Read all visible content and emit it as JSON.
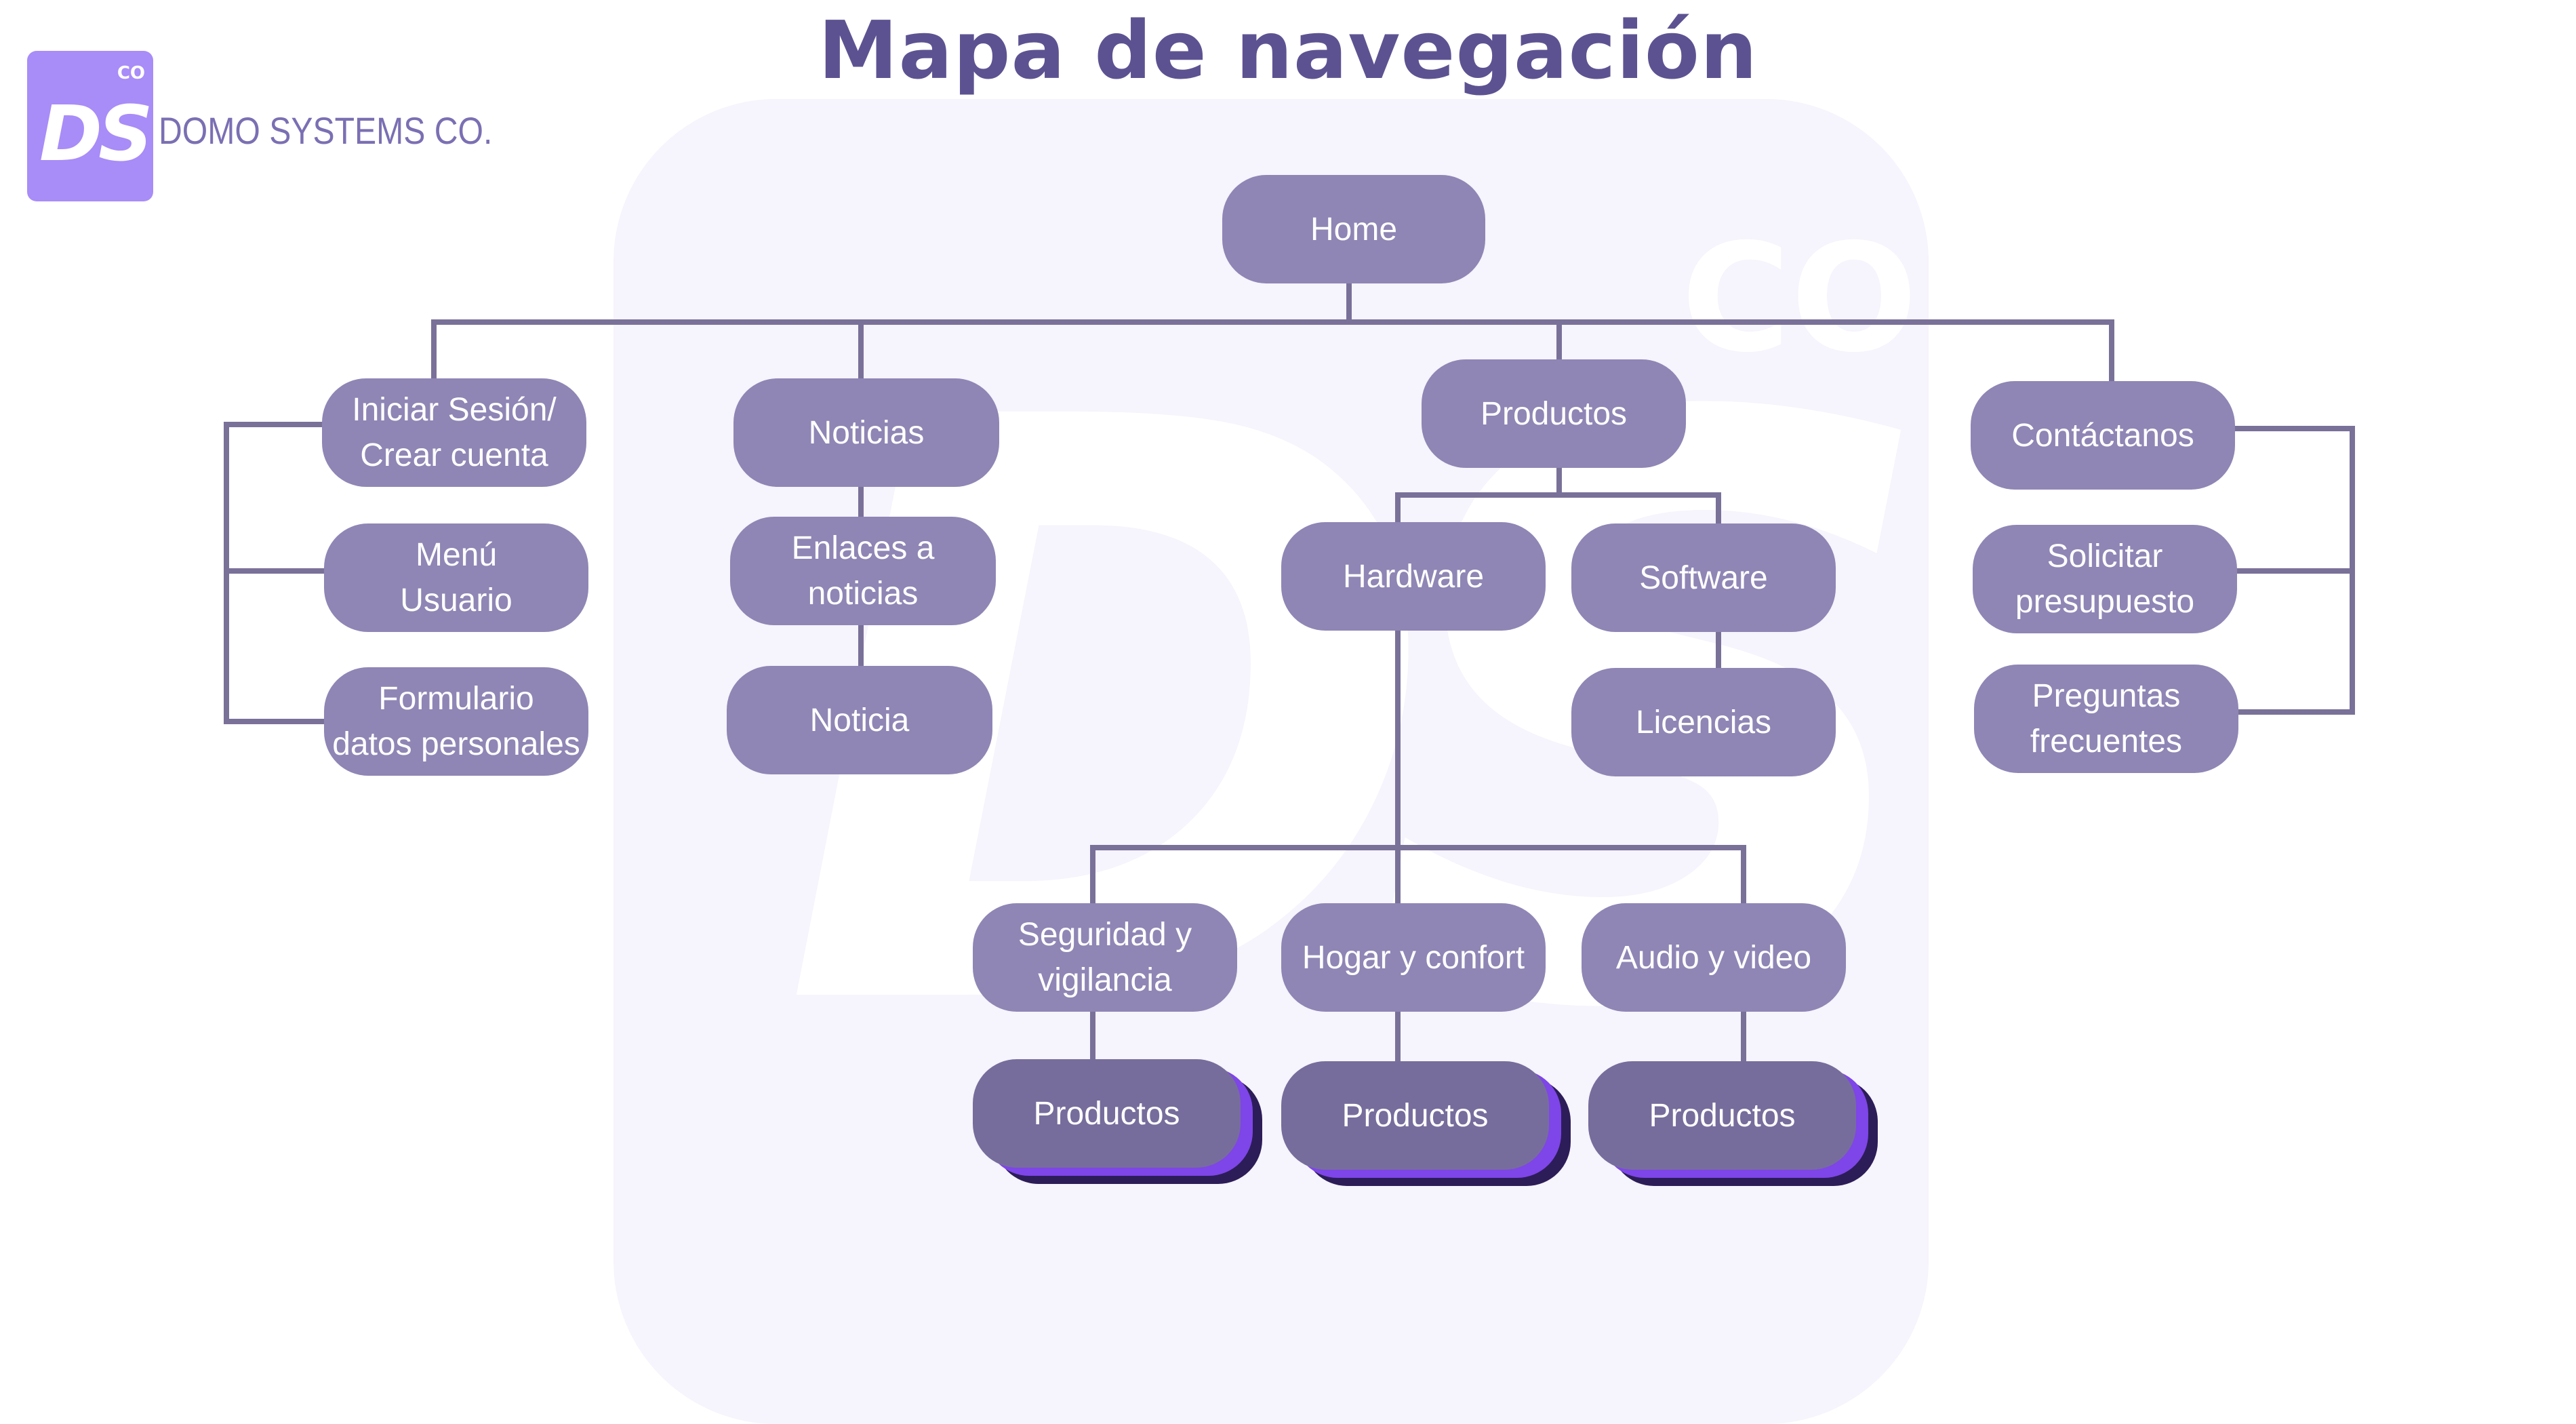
{
  "page": {
    "title": "Mapa de navegación"
  },
  "brand": {
    "logo_text": "DS",
    "logo_superscript": "CO",
    "name": "DOMO SYSTEMS CO."
  },
  "colors": {
    "title": "#5d5291",
    "node_fill": "#8f86b5",
    "connector": "#7a7199",
    "background_card": "#f6f4fc",
    "logo_fill": "#a88cf8",
    "shadow_purple": "#7e45e8",
    "shadow_dark": "#2c1d58"
  },
  "nodes": {
    "home": "Home",
    "login": "Iniciar Sesión/\nCrear cuenta",
    "user_menu": "Menú\nUsuario",
    "personal_form": "Formulario\ndatos personales",
    "news": "Noticias",
    "news_links": "Enlaces a\nnoticias",
    "news_item": "Noticia",
    "products": "Productos",
    "hardware": "Hardware",
    "software": "Software",
    "licenses": "Licencias",
    "contact": "Contáctanos",
    "quote": "Solicitar\npresupuesto",
    "faq": "Preguntas\nfrecuentes",
    "security": "Seguridad y\nvigilancia",
    "home_comfort": "Hogar y confort",
    "audio_video": "Audio y video",
    "products_security": "Productos",
    "products_home": "Productos",
    "products_audio": "Productos"
  }
}
